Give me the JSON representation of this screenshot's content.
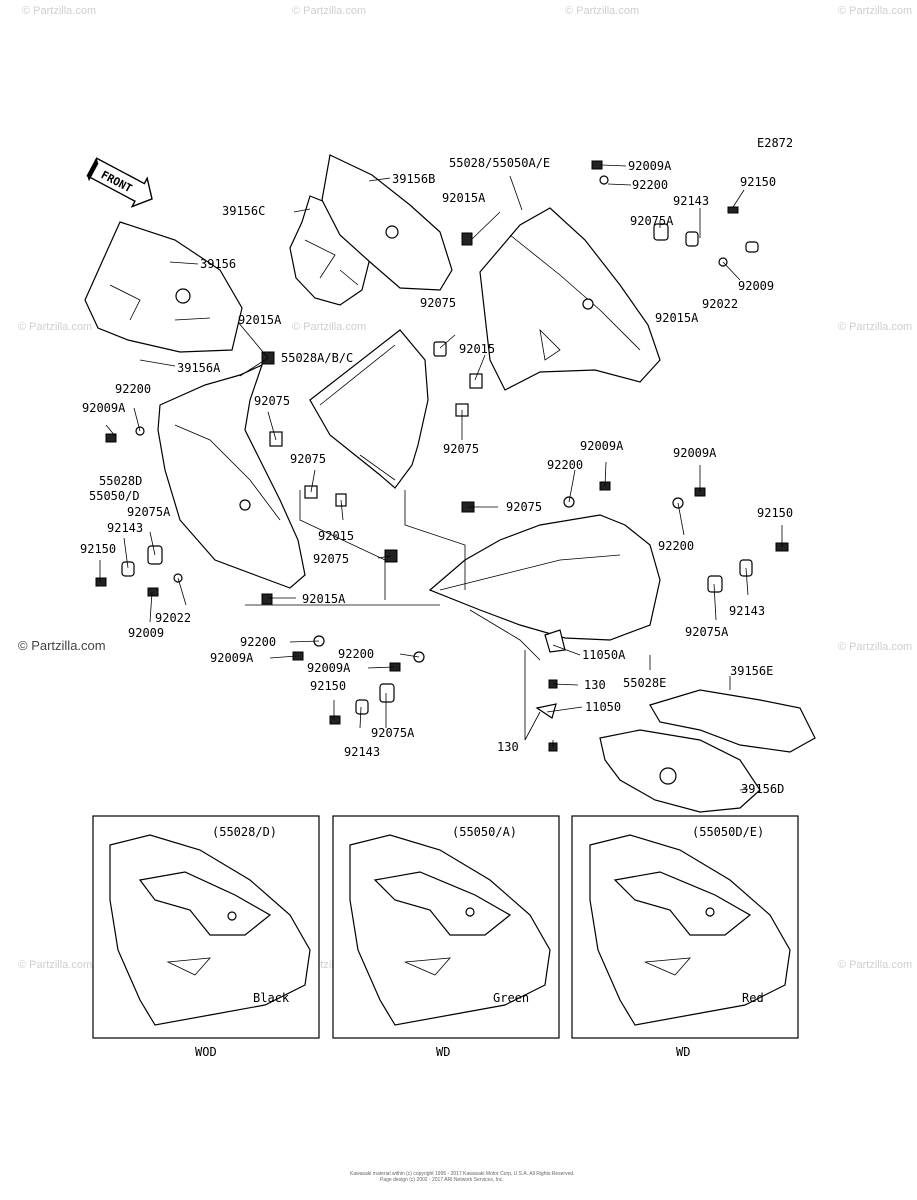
{
  "diagram_code": "E2872",
  "front_label": "FRONT",
  "watermark": "© Partzilla.com",
  "callouts": [
    {
      "id": "c1",
      "text": "55028/55050A/E"
    },
    {
      "id": "c2",
      "text": "92009A"
    },
    {
      "id": "c3",
      "text": "92200"
    },
    {
      "id": "c4",
      "text": "92015A"
    },
    {
      "id": "c5",
      "text": "92150"
    },
    {
      "id": "c6",
      "text": "92143"
    },
    {
      "id": "c7",
      "text": "92075A"
    },
    {
      "id": "c8",
      "text": "39156B"
    },
    {
      "id": "c9",
      "text": "39156C"
    },
    {
      "id": "c10",
      "text": "39156"
    },
    {
      "id": "c11",
      "text": "92009"
    },
    {
      "id": "c12",
      "text": "92022"
    },
    {
      "id": "c13",
      "text": "92075"
    },
    {
      "id": "c14",
      "text": "92015A"
    },
    {
      "id": "c15",
      "text": "92015"
    },
    {
      "id": "c16",
      "text": "92015A"
    },
    {
      "id": "c17",
      "text": "55028A/B/C"
    },
    {
      "id": "c18",
      "text": "39156A"
    },
    {
      "id": "c19",
      "text": "92200"
    },
    {
      "id": "c20",
      "text": "92009A"
    },
    {
      "id": "c21",
      "text": "92075"
    },
    {
      "id": "c22",
      "text": "92075"
    },
    {
      "id": "c23",
      "text": "92075"
    },
    {
      "id": "c24",
      "text": "92009A"
    },
    {
      "id": "c25",
      "text": "92009A"
    },
    {
      "id": "c26",
      "text": "55028D"
    },
    {
      "id": "c27",
      "text": "55050/D"
    },
    {
      "id": "c28",
      "text": "92200"
    },
    {
      "id": "c29",
      "text": "92075A"
    },
    {
      "id": "c30",
      "text": "92075"
    },
    {
      "id": "c31",
      "text": "92143"
    },
    {
      "id": "c32",
      "text": "92015"
    },
    {
      "id": "c33",
      "text": "92200"
    },
    {
      "id": "c34",
      "text": "92150"
    },
    {
      "id": "c35",
      "text": "92150"
    },
    {
      "id": "c36",
      "text": "92075"
    },
    {
      "id": "c37",
      "text": "92022"
    },
    {
      "id": "c38",
      "text": "92015A"
    },
    {
      "id": "c39",
      "text": "92143"
    },
    {
      "id": "c40",
      "text": "92009"
    },
    {
      "id": "c41",
      "text": "92075A"
    },
    {
      "id": "c42",
      "text": "92200"
    },
    {
      "id": "c43",
      "text": "92009A"
    },
    {
      "id": "c44",
      "text": "92200"
    },
    {
      "id": "c45",
      "text": "11050A"
    },
    {
      "id": "c46",
      "text": "92009A"
    },
    {
      "id": "c47",
      "text": "130"
    },
    {
      "id": "c48",
      "text": "55028E"
    },
    {
      "id": "c49",
      "text": "39156E"
    },
    {
      "id": "c50",
      "text": "92150"
    },
    {
      "id": "c51",
      "text": "92075A"
    },
    {
      "id": "c52",
      "text": "11050"
    },
    {
      "id": "c53",
      "text": "92143"
    },
    {
      "id": "c54",
      "text": "130"
    },
    {
      "id": "c55",
      "text": "39156D"
    }
  ],
  "variants": [
    {
      "part": "(55028/D)",
      "color": "Black",
      "code": "WOD"
    },
    {
      "part": "(55050/A)",
      "color": "Green",
      "code": "WD"
    },
    {
      "part": "(55050D/E)",
      "color": "Red",
      "code": "WD"
    }
  ],
  "footer_line1": "Kawasaki material within (c) copyright 1995 - 2017 Kawasaki Motor Corp, U.S.A. All Rights Reserved.",
  "footer_line2": "Page design (c) 2002 - 2017 ARI Network Services, Inc."
}
